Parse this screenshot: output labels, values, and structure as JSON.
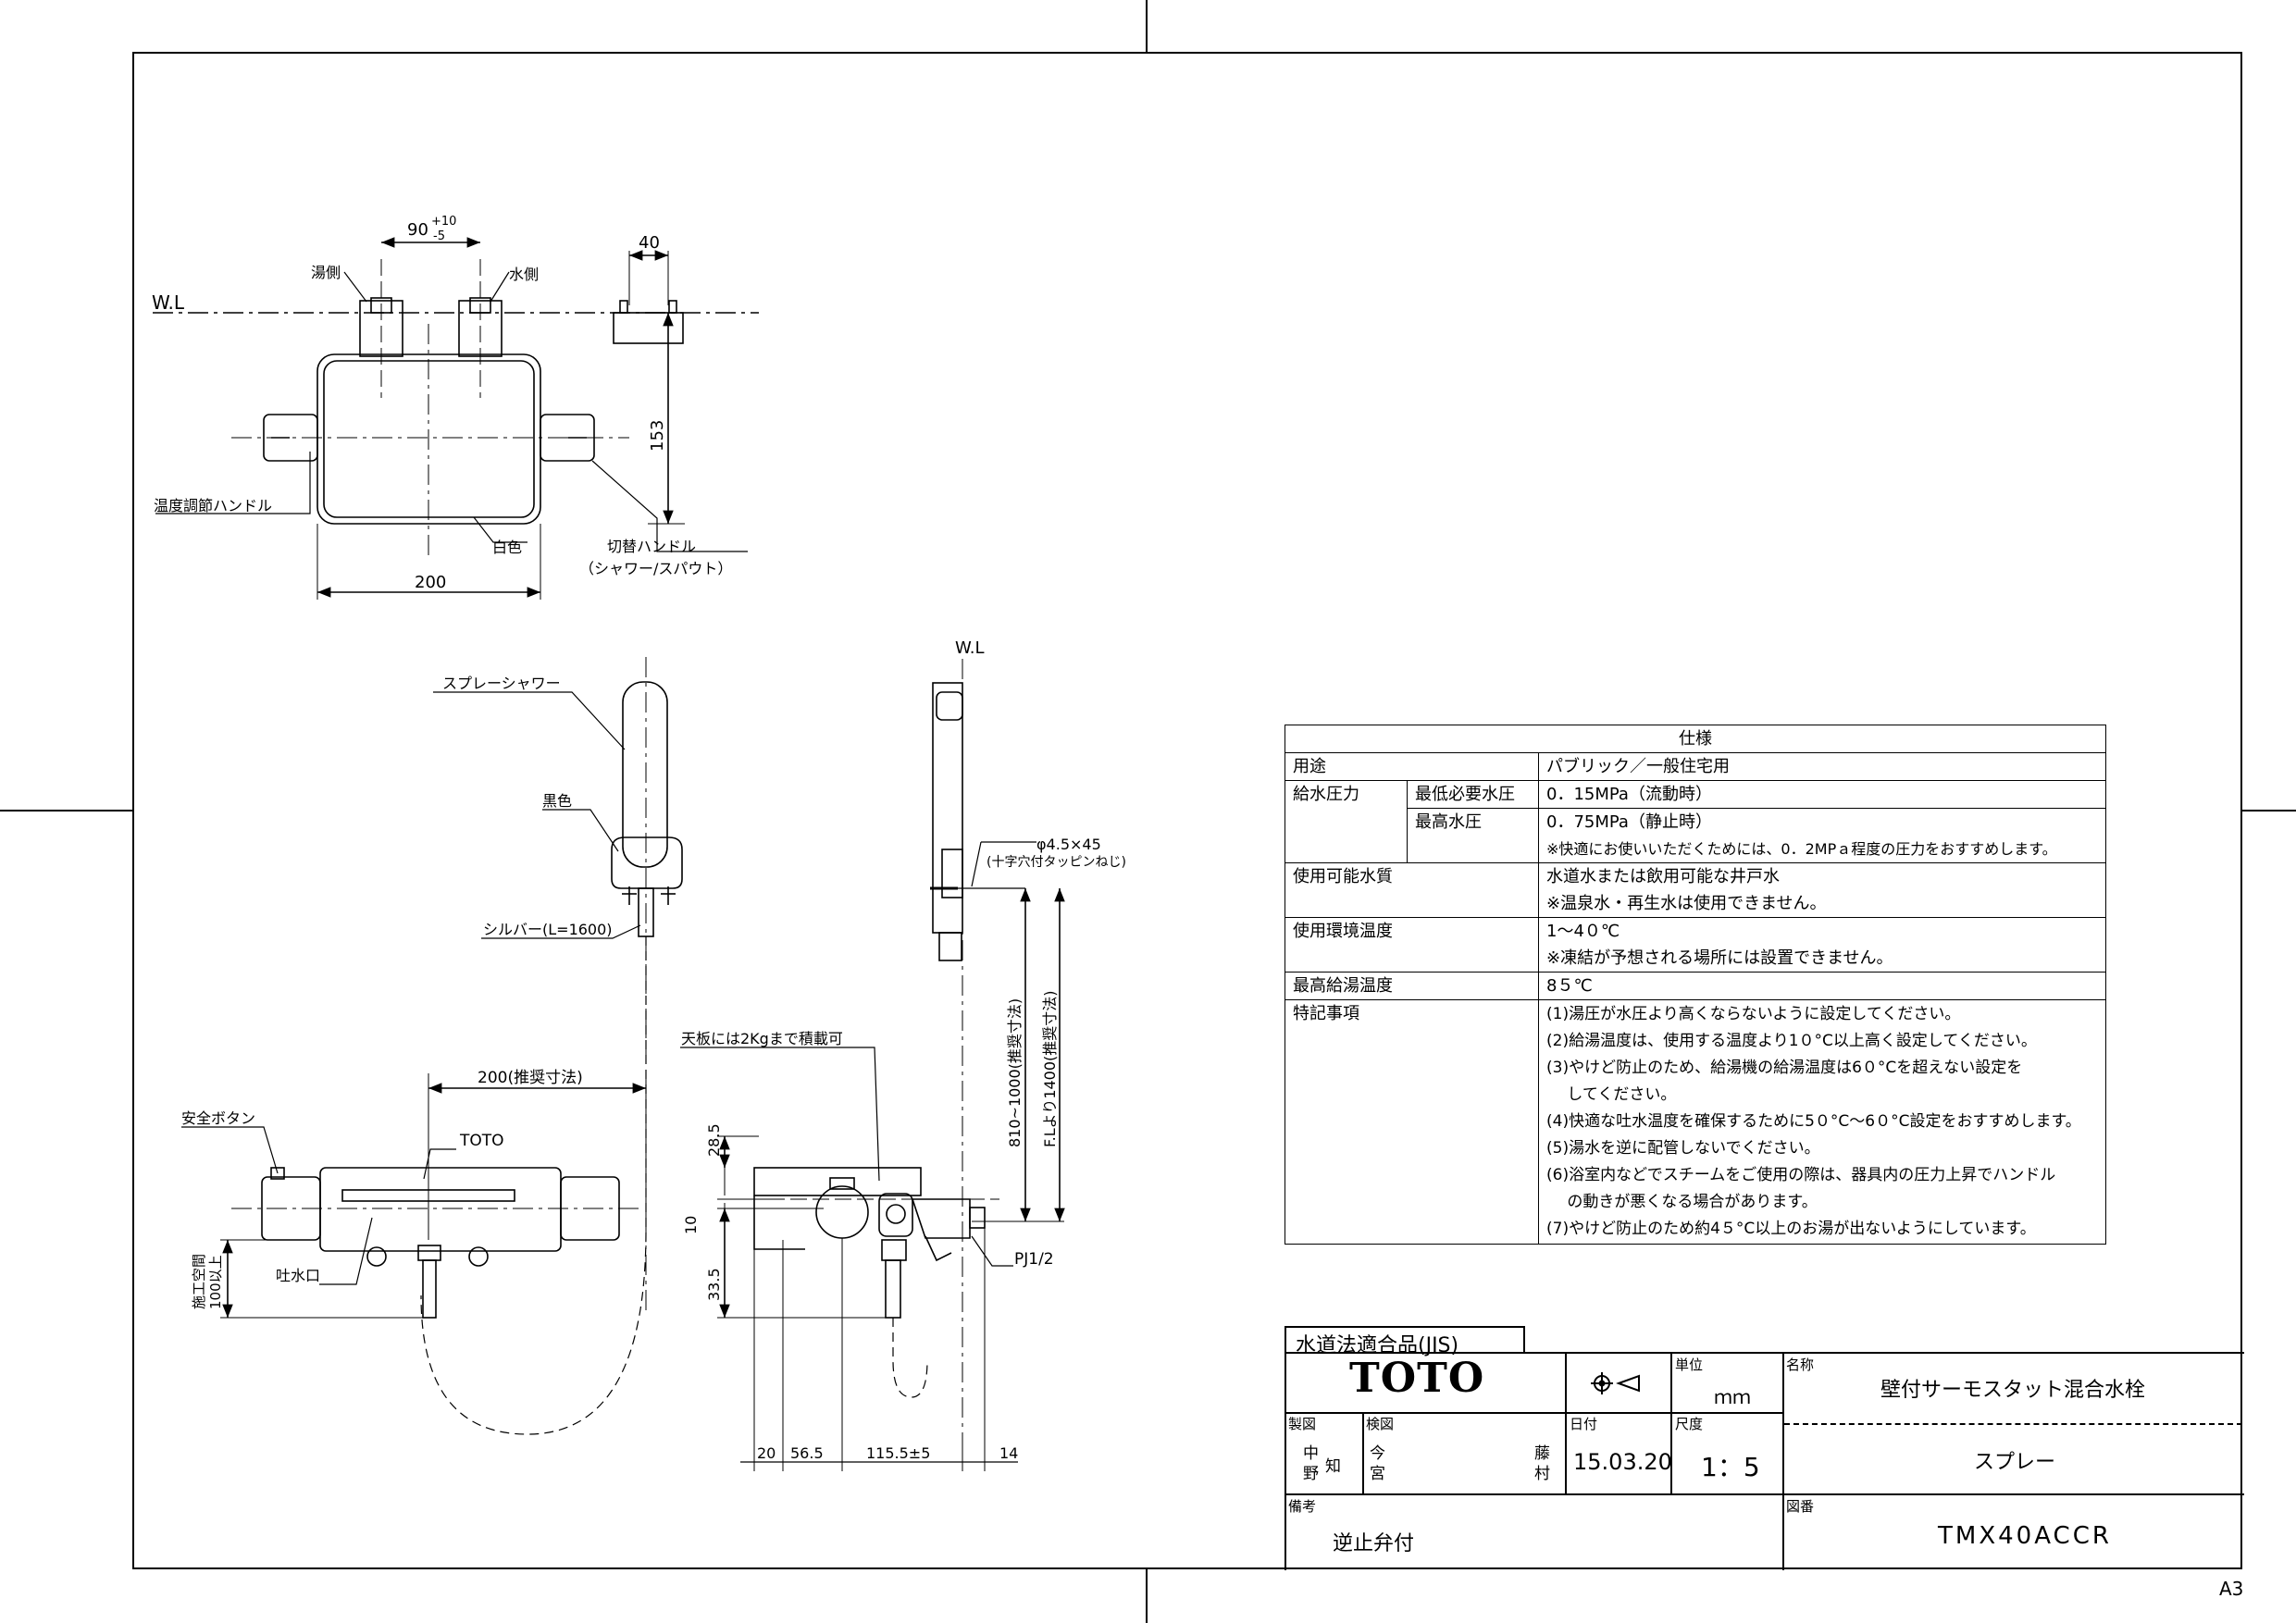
{
  "sheet": {
    "size": "A3"
  },
  "top_view": {
    "dim_pitch": "90",
    "dim_pitch_tol_plus": "+10",
    "dim_pitch_tol_minus": "-5",
    "label_hot": "湯側",
    "label_cold": "水側",
    "wl": "W.L",
    "dim_depth": "40",
    "dim_height": "153",
    "label_temp_handle": "温度調節ハンドル",
    "label_white": "白色",
    "label_switch_handle": "切替ハンドル",
    "label_switch_handle_sub": "（シャワー/スパウト）",
    "dim_width": "200"
  },
  "front_view": {
    "label_spray_shower": "スプレーシャワー",
    "label_black": "黒色",
    "label_silver": "シルバー(L=1600)",
    "dim_recommended": "200(推奨寸法)",
    "label_safety_button": "安全ボタン",
    "label_toto": "TOTO",
    "label_spout": "吐水口",
    "label_clearance_1": "施工空間",
    "label_clearance_2": "100以上"
  },
  "side_view": {
    "wl": "W.L",
    "dim_screw": "φ4.5×45",
    "dim_screw_sub": "(十字穴付タッピンねじ)",
    "dim_height_range": "810~1000(推奨寸法)",
    "dim_fl": "F.Lより1400(推奨寸法)",
    "label_top_plate": "天板には2Kgまで積載可",
    "dim_28_5": "28.5",
    "dim_10": "10",
    "dim_33_5": "33.5",
    "label_pj": "PJ1/2",
    "dim_20": "20",
    "dim_56_5": "56.5",
    "dim_115_5": "115.5±5",
    "dim_14": "14"
  },
  "spec_table": {
    "title": "仕様",
    "rows": {
      "use_label": "用途",
      "use_value": "パブリック／一般住宅用",
      "pressure_label": "給水圧力",
      "pressure_min_label": "最低必要水圧",
      "pressure_min_value": "0．15MPa（流動時）",
      "pressure_max_label": "最高水圧",
      "pressure_max_value": "0．75MPa（静止時）",
      "pressure_note": "※快適にお使いいただくためには、0．2MPａ程度の圧力をおすすめします。",
      "water_label": "使用可能水質",
      "water_value": "水道水または飲用可能な井戸水",
      "water_note": "※温泉水・再生水は使用できません。",
      "env_label": "使用環境温度",
      "env_value": "1～4０℃",
      "env_note": "※凍結が予想される場所には設置できません。",
      "max_hot_label": "最高給湯温度",
      "max_hot_value": "8５℃",
      "notes_label": "特記事項",
      "notes": [
        "(1)湯圧が水圧より高くならないように設定してください。",
        "(2)給湯温度は、使用する温度より1０°C以上高く設定してください。",
        "(3)やけど防止のため、給湯機の給湯温度は6０°Cを超えない設定を",
        "　 してください。",
        "(4)快適な吐水温度を確保するために5０°C～6０°C設定をおすすめします。",
        "(5)湯水を逆に配管しないでください。",
        "(6)浴室内などでスチームをご使用の際は、器具内の圧力上昇でハンドル",
        "　 の動きが悪くなる場合があります。",
        "(7)やけど防止のため約4５°C以上のお湯が出ないようにしています。"
      ]
    }
  },
  "title_block": {
    "jis_label": "水道法適合品(JIS)",
    "brand": "TOTO",
    "unit_label": "単位",
    "unit_value": "ｍｍ",
    "name_label": "名称",
    "name_value": "壁付サーモスタット混合水栓",
    "sub_name": "スプレー",
    "drawn_label": "製図",
    "drawn_value": "中野",
    "drawn_value2": "知",
    "checked_label": "検図",
    "checked_value": "今宮",
    "checked_value2": "藤村",
    "date_label": "日付",
    "date_value": "15.03.20",
    "scale_label": "尺度",
    "scale_value": "1：5",
    "remarks_label": "備考",
    "remarks_value": "逆止弁付",
    "drawing_no_label": "図番",
    "drawing_no_value": "TMX40ACCR"
  }
}
